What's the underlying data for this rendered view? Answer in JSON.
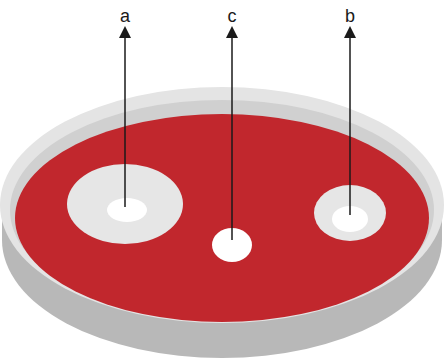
{
  "diagram": {
    "labels": [
      "a",
      "c",
      "b"
    ]
  }
}
